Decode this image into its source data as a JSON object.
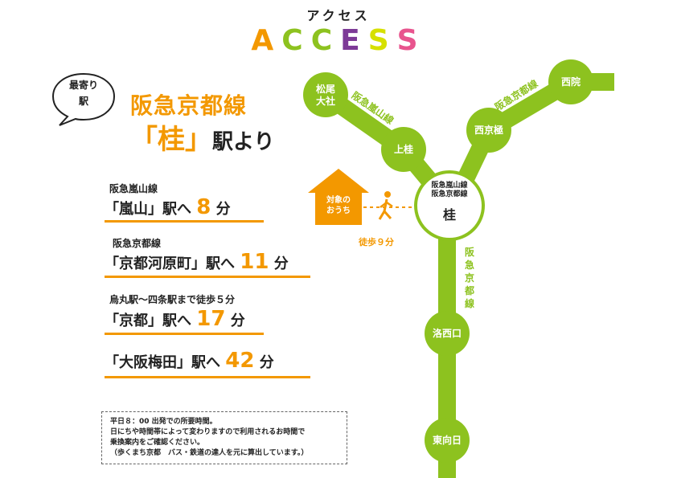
{
  "title": {
    "kana": "アクセス",
    "letters": [
      "A",
      "C",
      "C",
      "E",
      "S",
      "S"
    ],
    "letter_colors": [
      "#f39800",
      "#8dc21f",
      "#8dc21f",
      "#7d3a97",
      "#d6e000",
      "#e8548e"
    ]
  },
  "nearest": {
    "bubble_line1": "最寄り",
    "bubble_line2": "駅",
    "line_name": "阪急京都線",
    "station_open": "「",
    "station_name": "桂",
    "station_close": "」",
    "station_suffix": "駅より"
  },
  "routes": [
    {
      "note": "阪急嵐山線",
      "dest": "「嵐山」駅へ",
      "minutes": "8",
      "unit": "分"
    },
    {
      "note": "阪急京都線",
      "dest": "「京都河原町」駅へ",
      "minutes": "11",
      "unit": "分"
    },
    {
      "note": "烏丸駅〜四条駅まで徒歩５分",
      "dest": "「京都」駅へ",
      "minutes": "17",
      "unit": "分"
    },
    {
      "note": "",
      "dest": "「大阪梅田」駅へ",
      "minutes": "42",
      "unit": "分"
    }
  ],
  "note_box": {
    "line1": "平日８：00 出発での所要時間。",
    "line2": "日にちや時間帯によって変わりますので利用されるお時間で",
    "line3": "乗換案内をご確認ください。",
    "line4": "（歩くまち京都　バス・鉄道の達人を元に算出しています。）"
  },
  "map": {
    "colors": {
      "line": "#8dc21f",
      "house": "#f39800"
    },
    "house_label_1": "対象の",
    "house_label_2": "おうち",
    "walk_label": "徒歩９分",
    "katsura_line1": "阪急嵐山線",
    "katsura_line2": "阪急京都線",
    "katsura_name": "桂",
    "stations": {
      "matsuo_1": "松尾",
      "matsuo_2": "大社",
      "kamikatsura": "上桂",
      "nishikyogoku": "西京極",
      "saiin": "西院",
      "rakusaiguchi": "洛西口",
      "higashimuko": "東向日"
    },
    "line_labels": {
      "arashiyama": "阪急嵐山線",
      "kyoto_upper": "阪急京都線",
      "kyoto_lower": "阪急京都線"
    }
  }
}
